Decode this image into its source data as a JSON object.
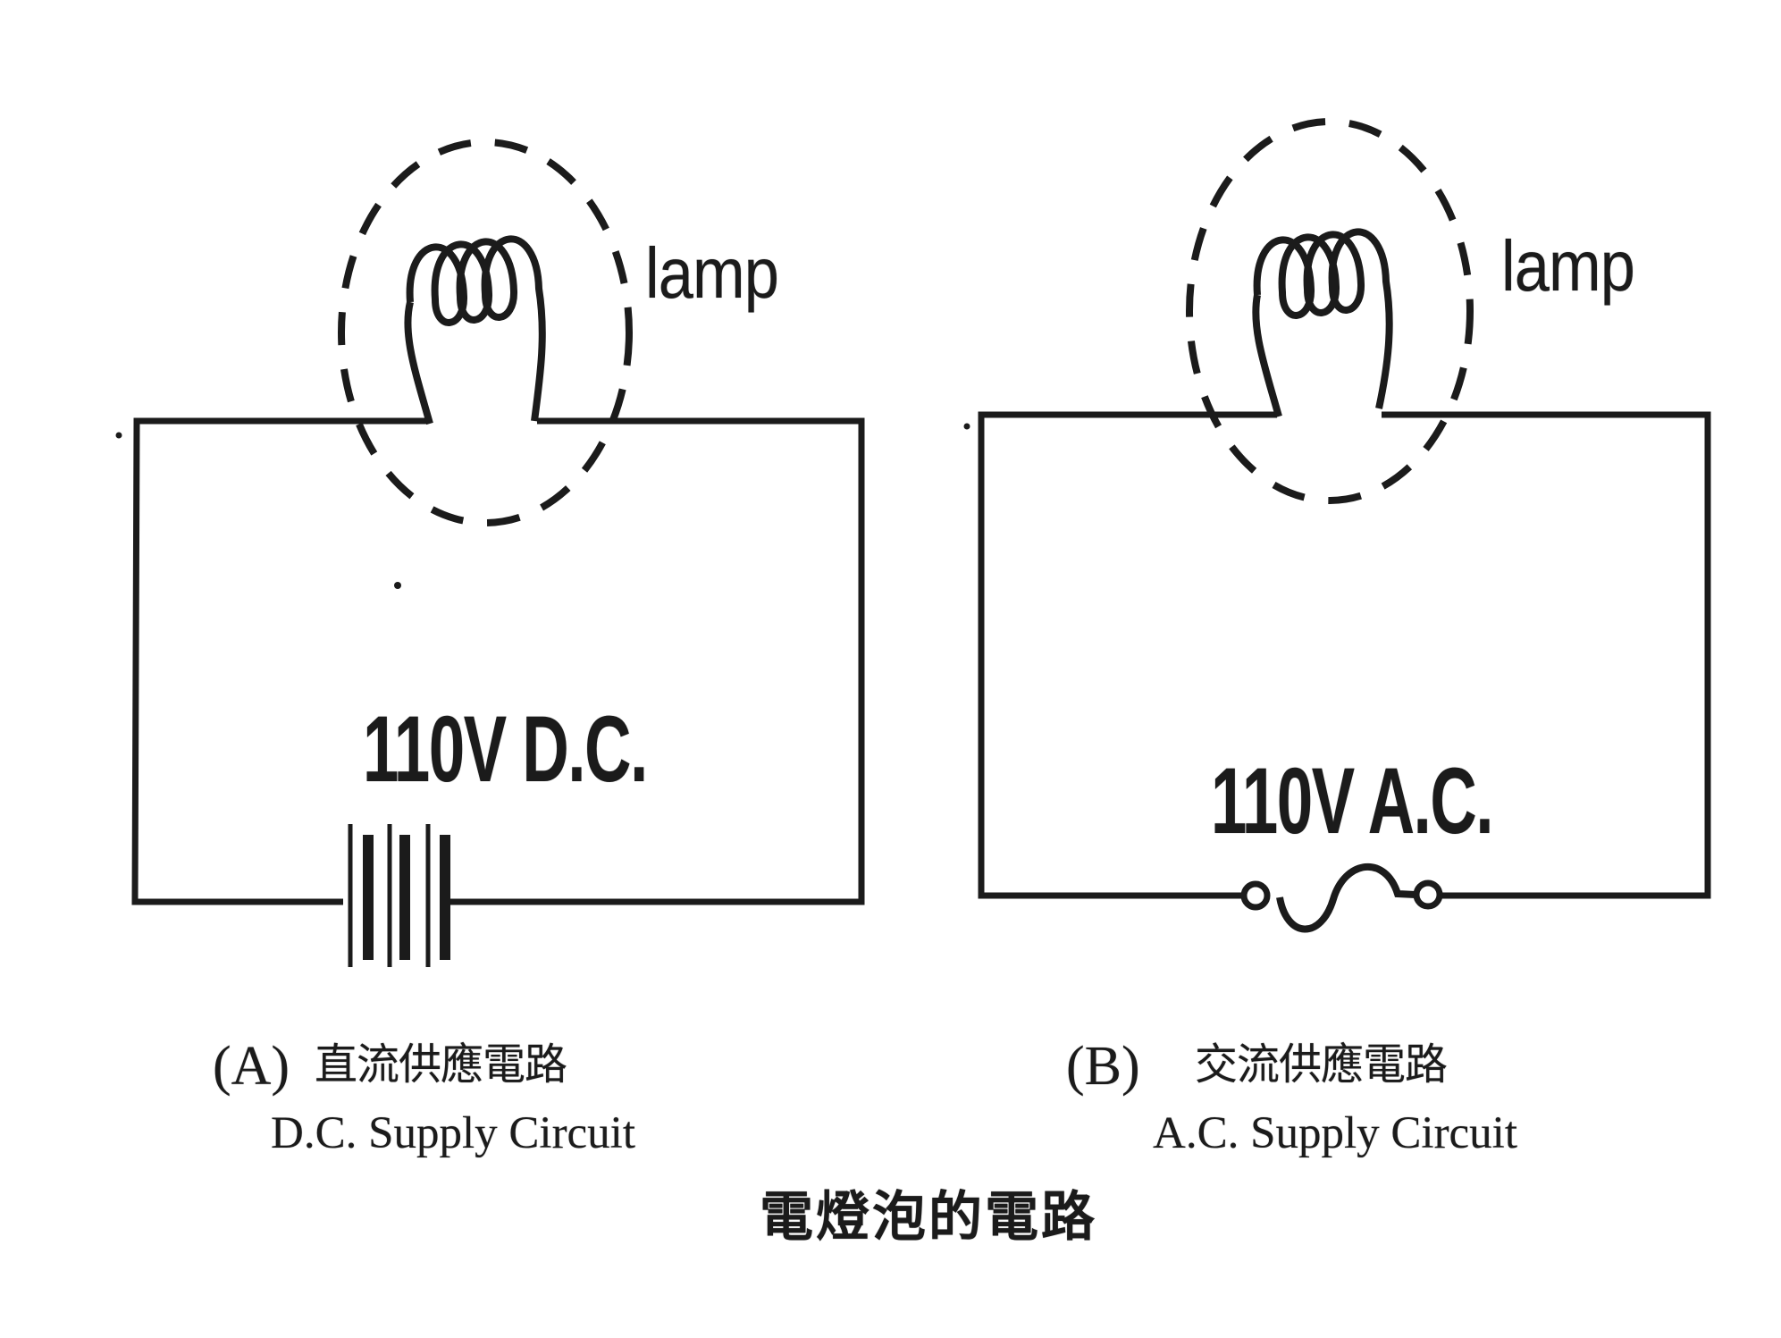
{
  "page": {
    "background": "#ffffff",
    "ink_color": "#1b1b1b"
  },
  "diagram": {
    "title": "電燈泡的電路",
    "circuits": [
      {
        "id": "A",
        "lamp_label": "lamp",
        "source_label": "110V D.C.",
        "source_type": "battery",
        "caption_index": "(A)",
        "caption_zh": "直流供應電路",
        "caption_en": "D.C. Supply Circuit"
      },
      {
        "id": "B",
        "lamp_label": "lamp",
        "source_label": "110V A.C.",
        "source_type": "ac-source",
        "caption_index": "(B)",
        "caption_zh": "交流供應電路",
        "caption_en": "A.C. Supply Circuit"
      }
    ]
  }
}
